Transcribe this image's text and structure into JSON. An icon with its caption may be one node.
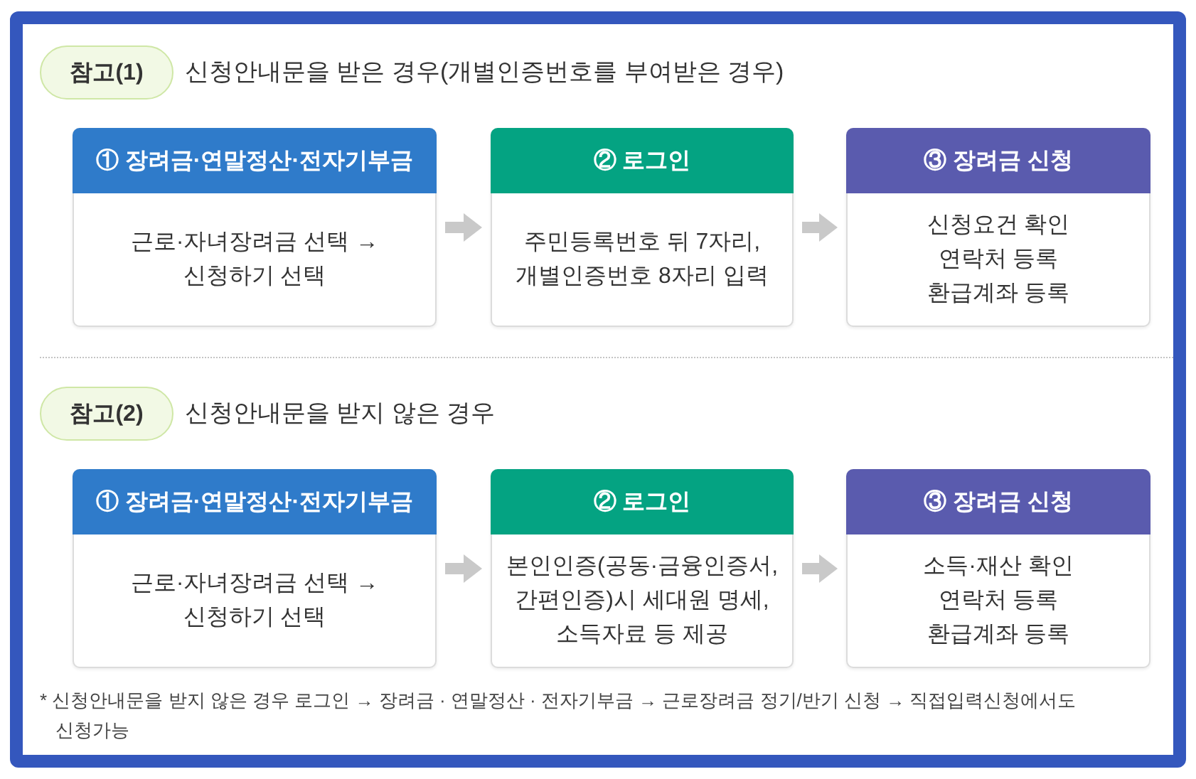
{
  "diagram": {
    "nodes": [
      {
        "text": [
          "참고(1)"
        ],
        "beside": [
          "신청안내문을 받은 경우(개별인증번호를 부여받은 경우)"
        ]
      },
      {
        "text": [
          "① 장려금·연말정산·전자기부금",
          "근로·자녀장려금 선택 → 신청하기 선택"
        ]
      },
      {
        "text": [
          "② 로그인",
          "주민등록번호 뒤 7자리, 개별인증번호 8자리 입력"
        ]
      },
      {
        "text": [
          "③ 장려금 신청",
          "신청요건 확인",
          "연락처 등록",
          "환급계좌 등록"
        ]
      },
      {
        "text": [
          "참고(2)"
        ],
        "beside": [
          "신청안내문을 받지 않은 경우"
        ]
      },
      {
        "text": [
          "① 장려금·연말정산·전자기부금",
          "근로·자녀장려금 선택 → 신청하기 선택"
        ]
      },
      {
        "text": [
          "② 로그인",
          "본인인증(공동·금융인증서, 간편인증)시 세대원 명세, 소득자료 등 제공"
        ]
      },
      {
        "text": [
          "③ 장려금 신청",
          "소득·재산 확인",
          "연락처 등록",
          "환급계좌 등록"
        ]
      }
    ],
    "edges": [
      {
        "from": 1,
        "to": 2,
        "arrow": "to"
      },
      {
        "from": 2,
        "to": 3,
        "arrow": "to"
      },
      {
        "from": 5,
        "to": 6,
        "arrow": "to"
      },
      {
        "from": 6,
        "to": 7,
        "arrow": "to"
      }
    ],
    "labels": [
      "* 신청안내문을 받지 않은 경우 로그인 → 장려금 · 연말정산 · 전자기부금 → 근로장려금 정기/반기 신청 → 직접입력신청에서도 신청가능"
    ]
  }
}
